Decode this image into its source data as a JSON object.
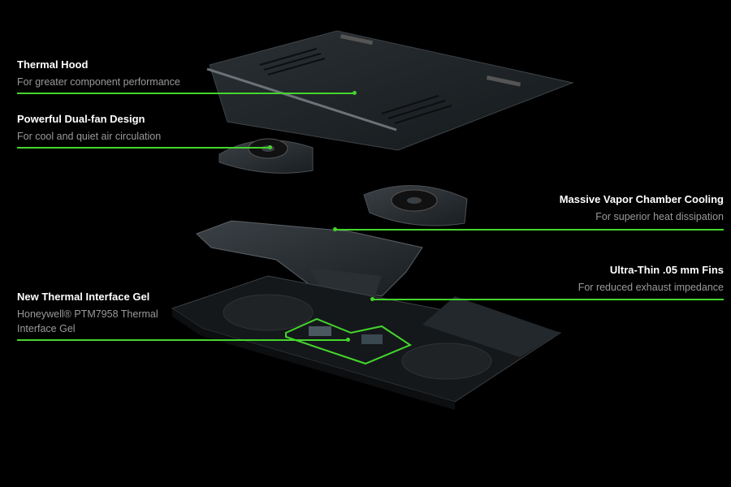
{
  "callouts": [
    {
      "title": "Thermal Hood",
      "subtitle": "For greater component performance"
    },
    {
      "title": "Powerful Dual-fan Design",
      "subtitle": "For cool and quiet air circulation"
    },
    {
      "title": "Massive Vapor Chamber Cooling",
      "subtitle": "For superior heat dissipation"
    },
    {
      "title": "Ultra-Thin .05 mm Fins",
      "subtitle": "For reduced exhaust impedance"
    },
    {
      "title": "New Thermal Interface Gel",
      "subtitle_line1": "Honeywell® PTM7958 Thermal",
      "subtitle_line2": "Interface Gel"
    }
  ],
  "colors": {
    "accent": "#44d62c",
    "background": "#000000"
  }
}
